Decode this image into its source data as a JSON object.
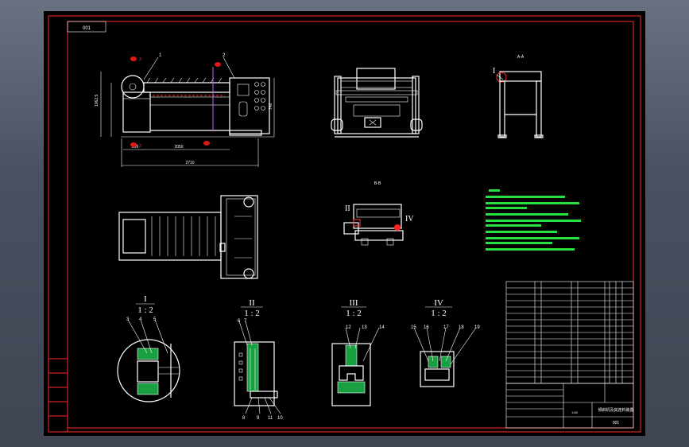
{
  "drawing": {
    "code_box": "001",
    "section_label": "A-A",
    "section_label_b": "B-B",
    "dims": {
      "overall_length": "2710",
      "height_main": "1062.5",
      "height_side": "740",
      "inner_len": "2050",
      "foot": "299"
    },
    "leaders_top": [
      "1",
      "2"
    ],
    "leaders_red": [
      "2",
      "3"
    ],
    "details": [
      {
        "roman": "I",
        "scale": "1 : 2",
        "nums": [
          "3",
          "4",
          "5"
        ]
      },
      {
        "roman": "II",
        "scale": "1 : 2",
        "nums_top": [
          "6",
          "7"
        ],
        "nums_bottom": [
          "8",
          "9",
          "11",
          "10"
        ]
      },
      {
        "roman": "III",
        "scale": "1 : 2",
        "nums": [
          "12",
          "13",
          "14"
        ]
      },
      {
        "roman": "IV",
        "scale": "1 : 2",
        "nums": [
          "15",
          "16",
          "17",
          "18",
          "19"
        ]
      }
    ],
    "view_markers": {
      "I": "I",
      "II": "II",
      "IV": "IV"
    },
    "title_block": {
      "title": "倾斜机及其连料装置",
      "code": "001",
      "scale": "1:50"
    }
  },
  "colors": {
    "background": "#000000",
    "frame": "#ff2a2a",
    "lines": "#ffffff",
    "notes": "#28e03c",
    "markers": "#e01818"
  }
}
